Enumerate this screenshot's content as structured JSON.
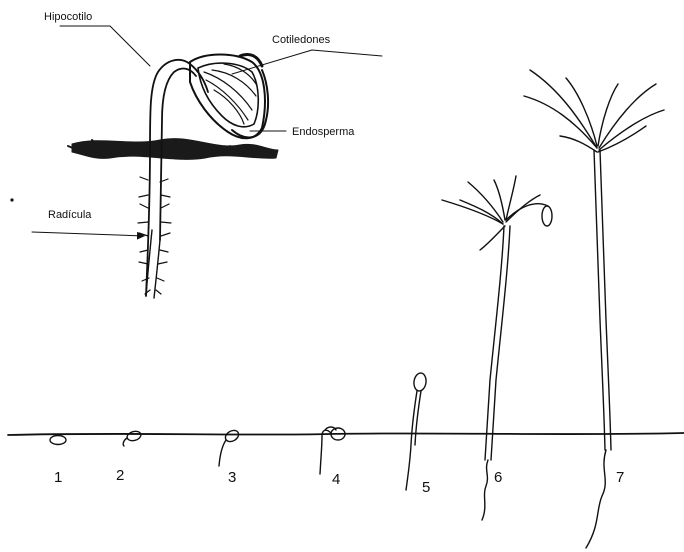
{
  "labels": {
    "hypocotyl": "Hipocotilo",
    "cotyledons": "Cotiledones",
    "endosperm": "Endosperma",
    "radicle": "Radícula"
  },
  "stages": [
    "1",
    "2",
    "3",
    "4",
    "5",
    "6",
    "7"
  ],
  "colors": {
    "ink": "#111111",
    "soil": "#1a1a1a",
    "background": "#ffffff"
  }
}
